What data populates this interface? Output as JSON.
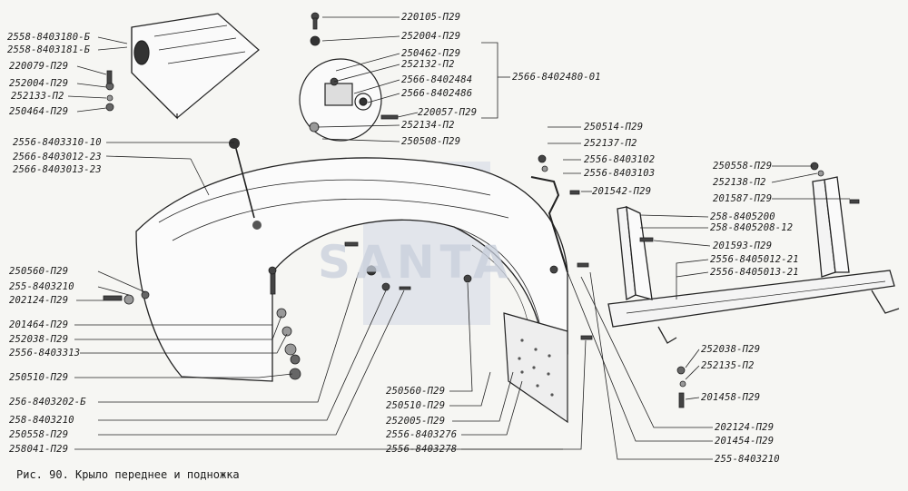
{
  "caption": "Рис. 90. Крыло переднее и подножка",
  "watermark": "SANTA",
  "labels": {
    "l2558_8403180_6": "2558-8403180-Б",
    "l2558_8403181_6": "2558-8403181-Б",
    "l220079_p29": "220079-П29",
    "l252004_p29_a": "252004-П29",
    "l252133_p2": "252133-П2",
    "l250464_p29": "250464-П29",
    "l220105_p29": "220105-П29",
    "l252004_p29_b": "252004-П29",
    "l250462_p29": "250462-П29",
    "l252132_p2": "252132-П2",
    "l2566_8402484": "2566-8402484",
    "l2566_8402486": "2566-8402486",
    "l220057_p29": "220057-П29",
    "l252134_p2": "252134-П2",
    "l250508_p29": "250508-П29",
    "l2566_8402480_01": "2566-8402480-01",
    "l2556_8403310_10": "2556-8403310-10",
    "l2566_8403012_23": "2566-8403012-23",
    "l2566_8403013_23": "2566-8403013-23",
    "l250514_p29": "250514-П29",
    "l252137_p2": "252137-П2",
    "l2556_8403102": "2556-8403102",
    "l2556_8403103": "2556-8403103",
    "l201542_p29": "201542-П29",
    "l250558_p29_r": "250558-П29",
    "l252138_p2": "252138-П2",
    "l201587_p29": "201587-П29",
    "l258_8405200": "258-8405200",
    "l258_8405208_12": "258-8405208-12",
    "l201593_p29": "201593-П29",
    "l2556_8405012_21": "2556-8405012-21",
    "l2556_8405013_21": "2556-8405013-21",
    "l250560_p29_l": "250560-П29",
    "l255_8403210_l": "255-8403210",
    "l202124_p29_l": "202124-П29",
    "l201464_p29": "201464-П29",
    "l252038_p29_l": "252038-П29",
    "l2556_8403313": "2556-8403313",
    "l250510_p29_l": "250510-П29",
    "l256_8403202_6": "256-8403202-Б",
    "l258_8403210": "258-8403210",
    "l250558_p29_b": "250558-П29",
    "l258041_p29": "258041-П29",
    "l250560_p29_m": "250560-П29",
    "l250510_p29_m": "250510-П29",
    "l252005_p29": "252005-П29",
    "l2556_8403276": "2556-8403276",
    "l2556_8403278": "2556-8403278",
    "l252038_p29_r": "252038-П29",
    "l252135_p2": "252135-П2",
    "l201458_p29": "201458-П29",
    "l202124_p29_r": "202124-П29",
    "l201454_p29": "201454-П29",
    "l255_8403210_r": "255-8403210"
  }
}
